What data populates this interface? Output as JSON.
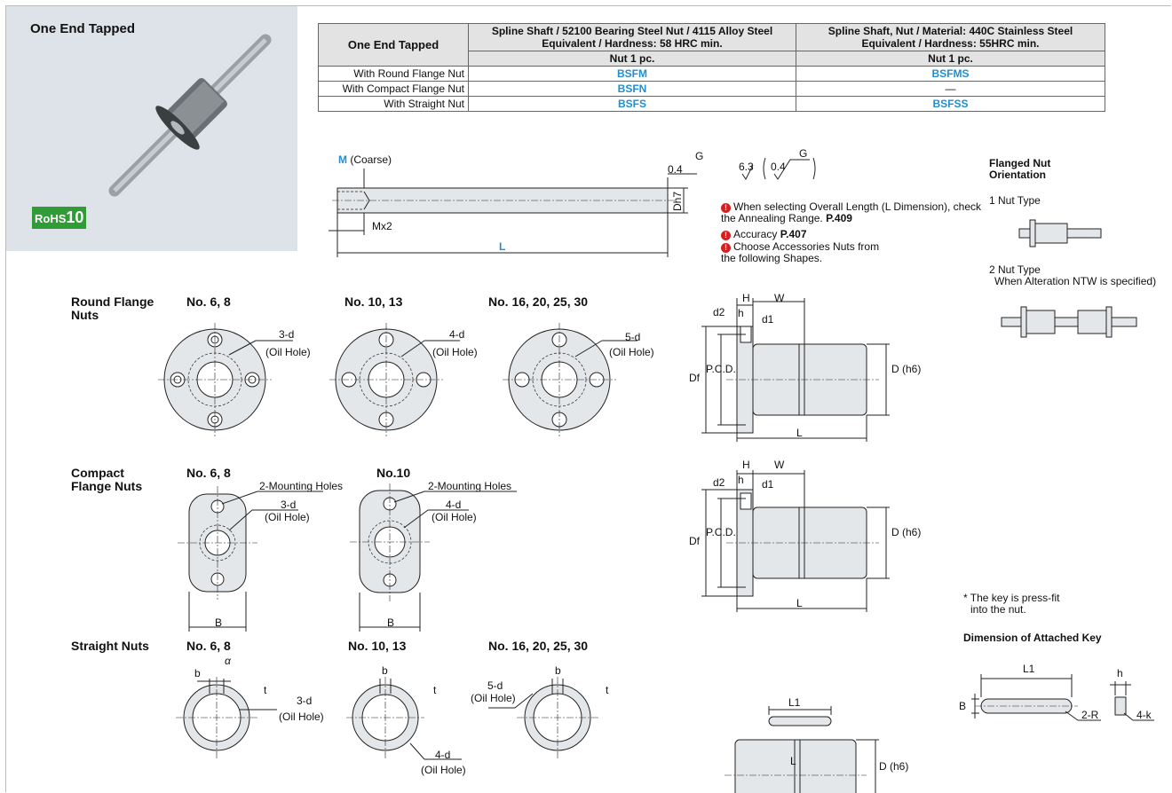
{
  "product": {
    "title": "One End Tapped",
    "rohs": "RoHS",
    "rohs_num": "10"
  },
  "table": {
    "corner": "One End Tapped",
    "col1_header": "Spline Shaft / 52100 Bearing Steel Nut / 4115 Alloy Steel Equivalent / Hardness: 58 HRC min.",
    "col2_header": "Spline Shaft, Nut / Material: 440C Stainless Steel Equivalent / Hardness: 55HRC min.",
    "col1_sub": "Nut 1 pc.",
    "col2_sub": "Nut 1 pc.",
    "rows": [
      {
        "label": "With Round Flange Nut",
        "c1": "BSFM",
        "c2": "BSFMS"
      },
      {
        "label": "With Compact Flange Nut",
        "c1": "BSFN",
        "c2": "—"
      },
      {
        "label": "With Straight Nut",
        "c1": "BSFS",
        "c2": "BSFSS"
      }
    ]
  },
  "shaft": {
    "m_label": "M",
    "coarse": "(Coarse)",
    "mx2": "Mx2",
    "l": "L",
    "dh7": "Dh7",
    "tol": "0.4",
    "g": "G"
  },
  "roughness": {
    "a": "6.3",
    "b": "0.4",
    "g": "G"
  },
  "notes": {
    "n1": "When selecting Overall Length (L Dimension), check the Annealing Range.",
    "n1_ref": "P.409",
    "n2": "Accuracy",
    "n2_ref": "P.407",
    "n3": "Choose Accessories Nuts from the following Shapes."
  },
  "orientation": {
    "title": "Flanged Nut Orientation",
    "one": "1 Nut Type",
    "two": "2 Nut Type",
    "two_note": "When Alteration NTW is specified)"
  },
  "rows": {
    "round": "Round Flange Nuts",
    "compact": "Compact Flange Nuts",
    "straight": "Straight Nuts"
  },
  "round": {
    "n1": "No. 6, 8",
    "n2": "No. 10, 13",
    "n3": "No. 16, 20, 25, 30",
    "h1": "3-d",
    "h2": "4-d",
    "h3": "5-d",
    "oil": "(Oil Hole)"
  },
  "compact": {
    "n1": "No. 6, 8",
    "n2": "No.10",
    "mount": "2-Mounting Holes",
    "h1": "3-d",
    "h2": "4-d",
    "oil": "(Oil Hole)",
    "b": "B"
  },
  "straight": {
    "n1": "No. 6, 8",
    "n2": "No. 10, 13",
    "n3": "No. 16, 20, 25, 30",
    "b": "b",
    "t": "t",
    "alpha": "α",
    "h1": "3-d",
    "h2": "4-d",
    "h3": "5-d",
    "oil": "(Oil Hole)"
  },
  "side": {
    "h": "H",
    "w": "W",
    "hs": "h",
    "d1": "d1",
    "d2": "d2",
    "df": "Df",
    "pcd": "P.C.D.",
    "dh6": "D (h6)",
    "l": "L"
  },
  "key": {
    "note1": "* The key is press-fit",
    "note2": "into the nut.",
    "title": "Dimension of Attached Key",
    "l1": "L1",
    "b": "B",
    "h": "h",
    "r": "2-R",
    "k": "4-k"
  }
}
